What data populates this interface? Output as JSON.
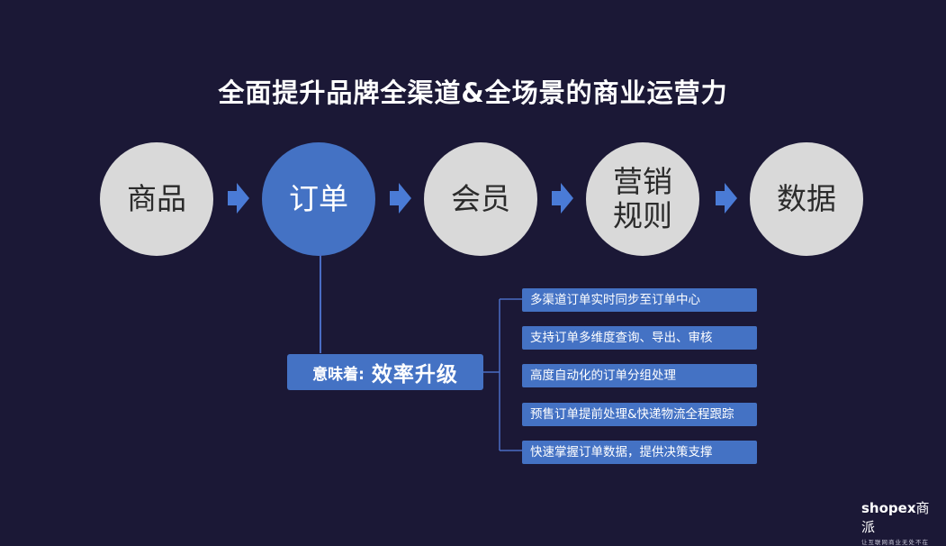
{
  "title": "全面提升品牌全渠道&全场景的商业运营力",
  "steps": [
    {
      "label": "商品",
      "active": false
    },
    {
      "label": "订单",
      "active": true
    },
    {
      "label": "会员",
      "active": false
    },
    {
      "label": "营销\n规则",
      "active": false
    },
    {
      "label": "数据",
      "active": false
    }
  ],
  "meaning": {
    "prefix": "意味着:",
    "value": "效率升级"
  },
  "features": [
    "多渠道订单实时同步至订单中心",
    "支持订单多维度查询、导出、审核",
    "高度自动化的订单分组处理",
    "预售订单提前处理&快递物流全程跟踪",
    "快速掌握订单数据，提供决策支撑"
  ],
  "logo": {
    "brand": "shopex",
    "brand_suffix": "商派",
    "tagline": "让互联网商业无处不在"
  },
  "colors": {
    "background": "#1b1836",
    "accent": "#4472c4",
    "circle": "#d9d9d9",
    "arrow": "#4a7bd6"
  }
}
